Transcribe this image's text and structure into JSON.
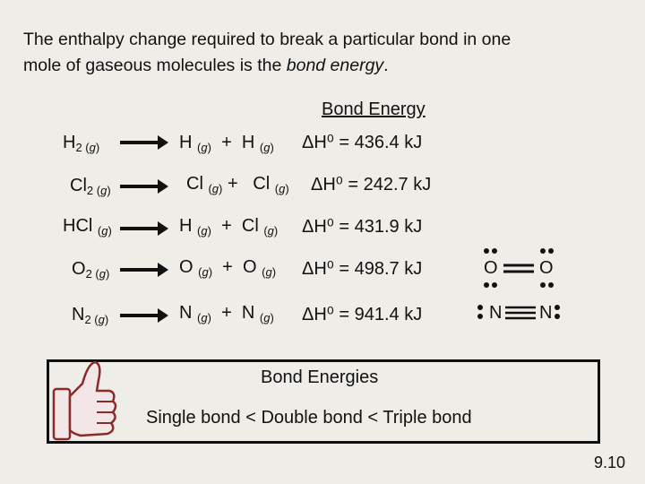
{
  "intro": {
    "line1": "The enthalpy change required to break a particular bond in one",
    "line2_start": "mole of gaseous molecules is the ",
    "line2_term": "bond energy",
    "line2_end": "."
  },
  "heading": "Bond Energy",
  "gas_label": "(g)",
  "plus": "+",
  "rows": [
    {
      "reactant": "H",
      "sub": "2",
      "p1": "H",
      "p2": "H",
      "energy": "ΔH⁰ = 436.4 kJ"
    },
    {
      "reactant": "Cl",
      "sub": "2",
      "p1": "Cl",
      "p2": "Cl",
      "energy": "ΔH⁰ = 242.7 kJ"
    },
    {
      "reactant": "HCl",
      "sub": "",
      "p1": "H",
      "p2": "Cl",
      "energy": "ΔH⁰ = 431.9 kJ"
    },
    {
      "reactant": "O",
      "sub": "2",
      "p1": "O",
      "p2": "O",
      "energy": "ΔH⁰ = 498.7 kJ"
    },
    {
      "reactant": "N",
      "sub": "2",
      "p1": "N",
      "p2": "N",
      "energy": "ΔH⁰ = 941.4 kJ"
    }
  ],
  "lewis": {
    "o2": {
      "left": "O",
      "right": "O"
    },
    "n2": {
      "left": "N",
      "right": "N"
    }
  },
  "summary_box": {
    "title": "Bond Energies",
    "body": "Single bond < Double bond < Triple bond"
  },
  "page_number": "9.10"
}
